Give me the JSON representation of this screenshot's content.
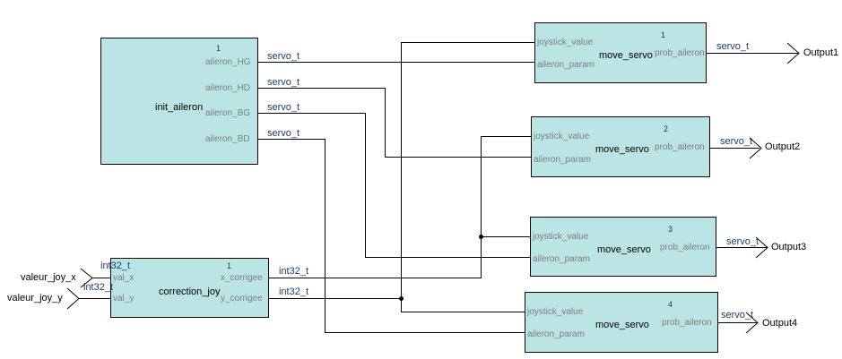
{
  "blocks": {
    "init_aileron": {
      "name": "init_aileron",
      "index": "1",
      "outputs": [
        "aileron_HG",
        "aileron_HD",
        "aileron_BG",
        "aileron_BD"
      ]
    },
    "correction_joy": {
      "name": "correction_joy",
      "index": "1",
      "inputs": [
        "val_x",
        "val_y"
      ],
      "outputs": [
        "x_corrigee",
        "y_corrigee"
      ]
    },
    "move_servo": [
      {
        "name": "move_servo",
        "index": "1",
        "inputs": [
          "joystick_value",
          "aileron_param"
        ],
        "output": "prob_aileron"
      },
      {
        "name": "move_servo",
        "index": "2",
        "inputs": [
          "joystick_value",
          "aileron_param"
        ],
        "output": "prob_aileron"
      },
      {
        "name": "move_servo",
        "index": "3",
        "inputs": [
          "joystick_value",
          "aileron_param"
        ],
        "output": "prob_aileron"
      },
      {
        "name": "move_servo",
        "index": "4",
        "inputs": [
          "joystick_value",
          "aileron_param"
        ],
        "output": "prob_aileron"
      }
    ]
  },
  "wire_labels": {
    "servo": "servo_t",
    "int": "int32_t"
  },
  "inports": [
    "valeur_joy_x",
    "valeur_joy_y"
  ],
  "outports": [
    "Output1",
    "Output2",
    "Output3",
    "Output4"
  ],
  "colors": {
    "block_fill": "#bae5e4",
    "port_label": "#7d7d7d",
    "wire_label": "#1f3d73"
  }
}
